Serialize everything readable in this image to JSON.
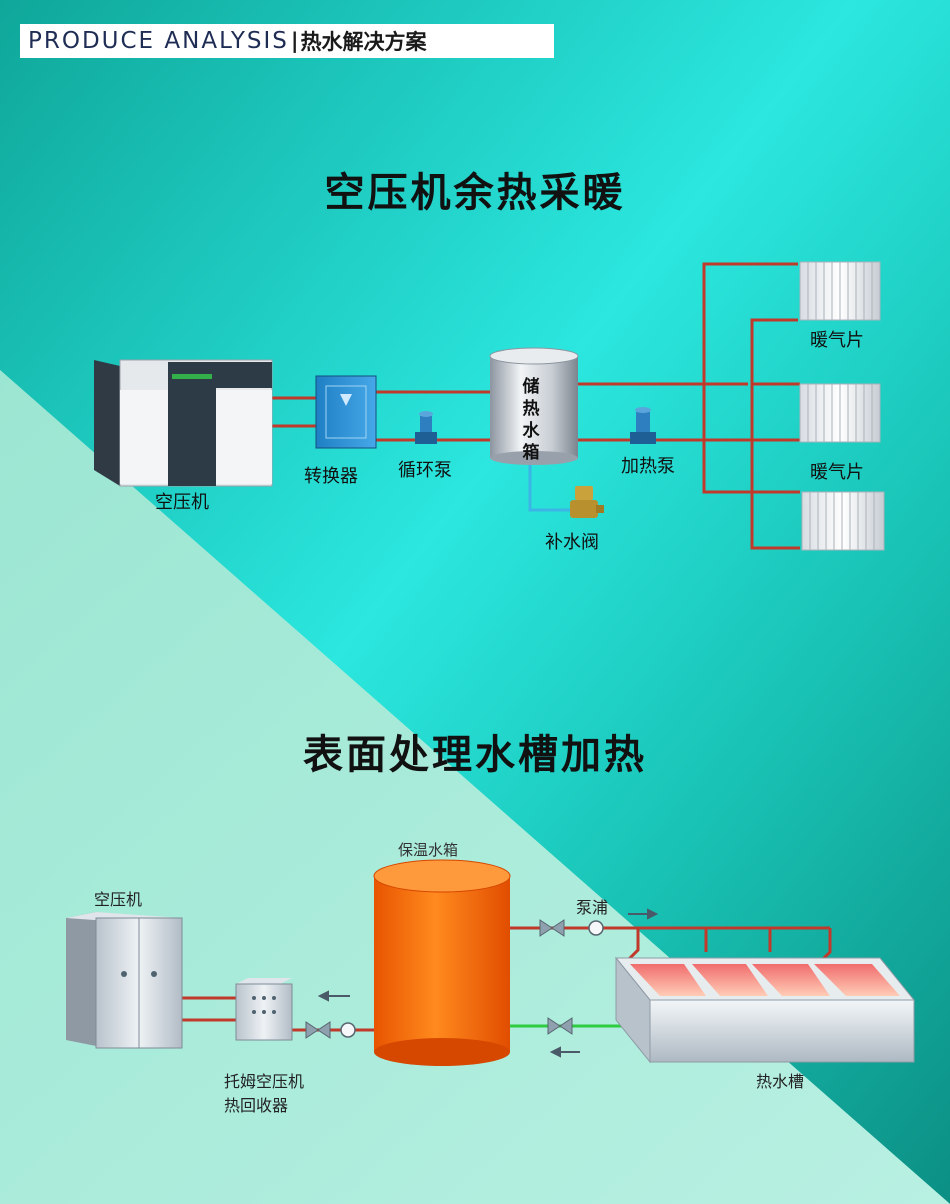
{
  "header": {
    "title_en": "PRODUCE ANALYSIS",
    "separator": "|",
    "title_zh": "热水解决方案"
  },
  "section1": {
    "title": "空压机余热采暖",
    "labels": {
      "compressor": "空压机",
      "converter": "转换器",
      "circulation_pump": "循环泵",
      "storage_tank": "储热水箱",
      "heating_pump": "加热泵",
      "makeup_valve": "补水阀",
      "radiator_1": "暖气片",
      "radiator_2": "暖气片"
    }
  },
  "section2": {
    "title": "表面处理水槽加热",
    "labels": {
      "compressor": "空压机",
      "tank_top": "保温水箱",
      "pump": "泵浦",
      "recovery_line1": "托姆空压机",
      "recovery_line2": "热回收器",
      "hot_water_trough": "热水槽"
    }
  },
  "colors": {
    "bg_teal_dark": "#0e9e92",
    "bg_teal_light": "#2de8dc",
    "bg_mint": "#a8ecd8",
    "pipe_hot": "#c0392b",
    "pipe_cold": "#2ecc40",
    "tank_orange": "#ff6a00"
  }
}
